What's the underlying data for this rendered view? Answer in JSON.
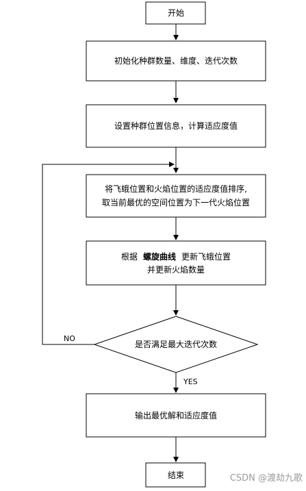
{
  "flowchart": {
    "start": "开始",
    "step_init": "初始化种群数量、维度、迭代次数",
    "step_fitness": "设置种群位置信息，计算适应度值",
    "step_sort_line1": "将飞蛾位置和火焰位置的适应度值排序,",
    "step_sort_line2": "取当前最优的空间位置为下一代火焰位置",
    "step_update_line1_a": "根据",
    "step_update_line1_b": "螺旋曲线",
    "step_update_line1_c": "更新飞蛾位置",
    "step_update_line2": "并更新火焰数量",
    "decision": "是否满足最大迭代次数",
    "edge_no": "NO",
    "edge_yes": "YES",
    "output": "输出最优解和适应度值",
    "end": "结束"
  },
  "watermark": "CSDN @渡劫九歌"
}
